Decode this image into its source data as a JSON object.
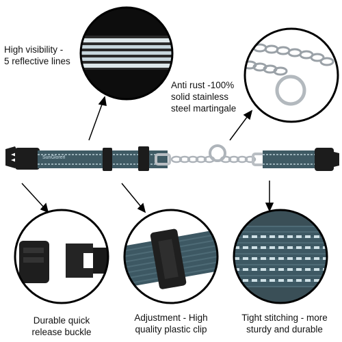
{
  "labels": {
    "visibility": [
      "High visibility -",
      "5 reflective lines"
    ],
    "martingale": [
      "Anti rust -100%",
      "solid stainless",
      "steel  martingale"
    ],
    "buckle": [
      "Durable quick",
      "release buckle"
    ],
    "adjustment": [
      "Adjustment - High",
      "quality plastic clip"
    ],
    "stitching": [
      "Tight stitching - more",
      "sturdy and durable"
    ]
  },
  "brand": "SunGlorerl",
  "colors": {
    "webbing": "#3f5a64",
    "reflective": "#cfe2ea",
    "plastic": "#1c1c1c",
    "steel": "#b9bec3"
  }
}
